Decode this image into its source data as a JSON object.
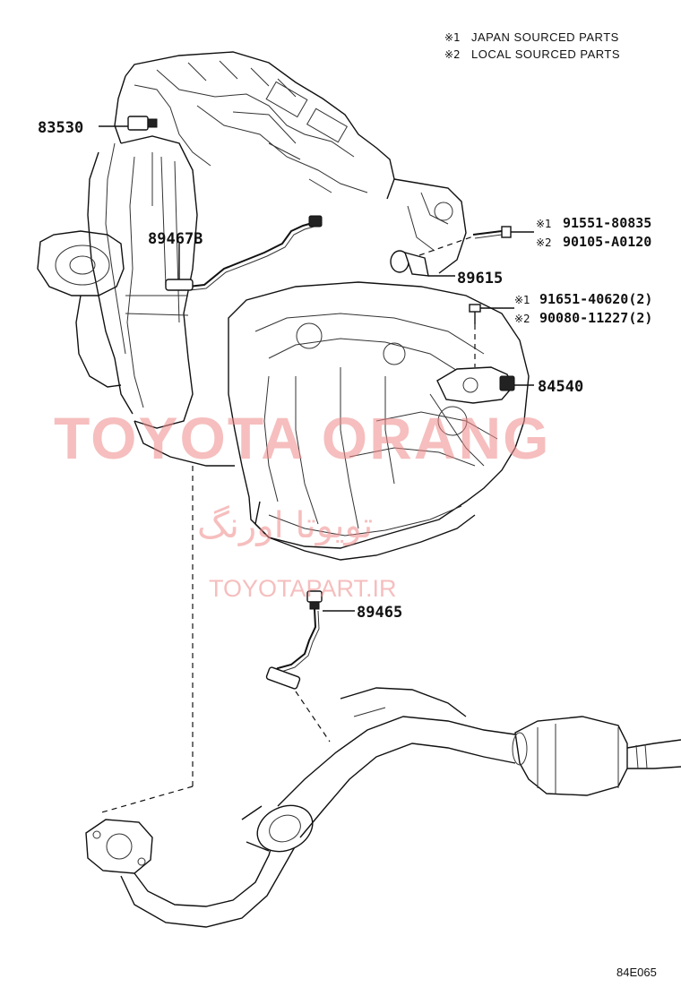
{
  "legend": [
    {
      "mark": "※1",
      "text": "JAPAN SOURCED PARTS"
    },
    {
      "mark": "※2",
      "text": "LOCAL SOURCED PARTS"
    }
  ],
  "parts": {
    "p83530": "83530",
    "p89467B": "89467B",
    "p89615": "89615",
    "p84540": "84540",
    "p89465": "89465",
    "bolt_a": {
      "mark1": "※1",
      "num1": "91551-80835",
      "mark2": "※2",
      "num2": "90105-A0120"
    },
    "bolt_b": {
      "mark1": "※1",
      "num1": "91651-40620(2)",
      "mark2": "※2",
      "num2": "90080-11227(2)"
    }
  },
  "watermark": {
    "brand": "TOYOTA ORANG",
    "farsi": "تویوتا اورنگ",
    "url": "TOYOTAPART.IR",
    "color": "#f08a8a"
  },
  "figure_code": "84E065"
}
